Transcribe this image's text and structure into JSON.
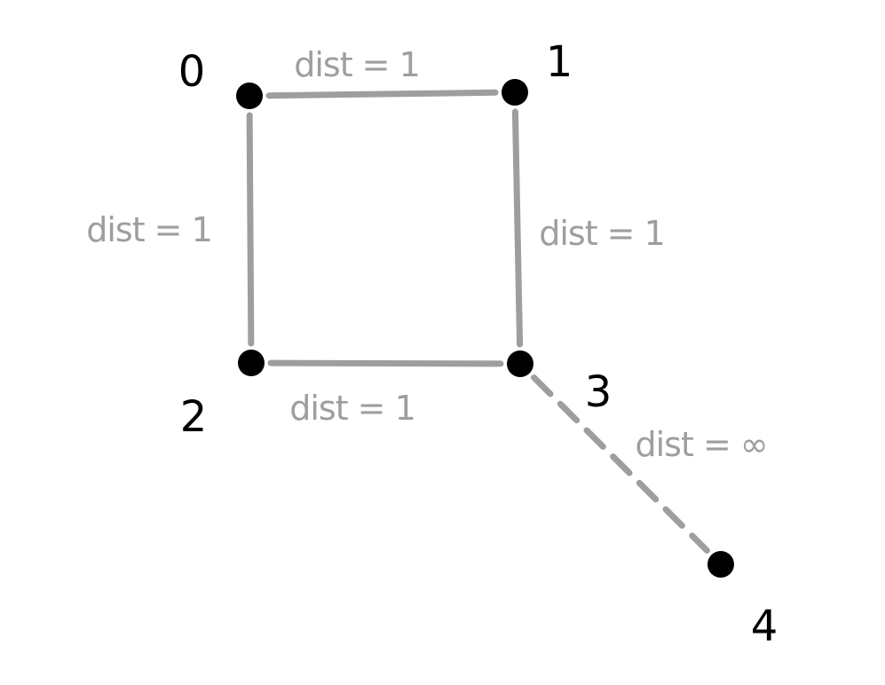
{
  "colors": {
    "edge": "#9e9e9e",
    "edge_label": "#9e9e9e",
    "node": "#000000",
    "background": "#ffffff"
  },
  "nodes": [
    {
      "id": "0",
      "label": "0"
    },
    {
      "id": "1",
      "label": "1"
    },
    {
      "id": "2",
      "label": "2"
    },
    {
      "id": "3",
      "label": "3"
    },
    {
      "id": "4",
      "label": "4"
    }
  ],
  "edges": [
    {
      "from": "0",
      "to": "1",
      "label": "dist = 1",
      "style": "solid"
    },
    {
      "from": "0",
      "to": "2",
      "label": "dist = 1",
      "style": "solid"
    },
    {
      "from": "1",
      "to": "3",
      "label": "dist = 1",
      "style": "solid"
    },
    {
      "from": "2",
      "to": "3",
      "label": "dist = 1",
      "style": "solid"
    },
    {
      "from": "3",
      "to": "4",
      "label": "dist = ∞",
      "style": "dashed"
    }
  ]
}
